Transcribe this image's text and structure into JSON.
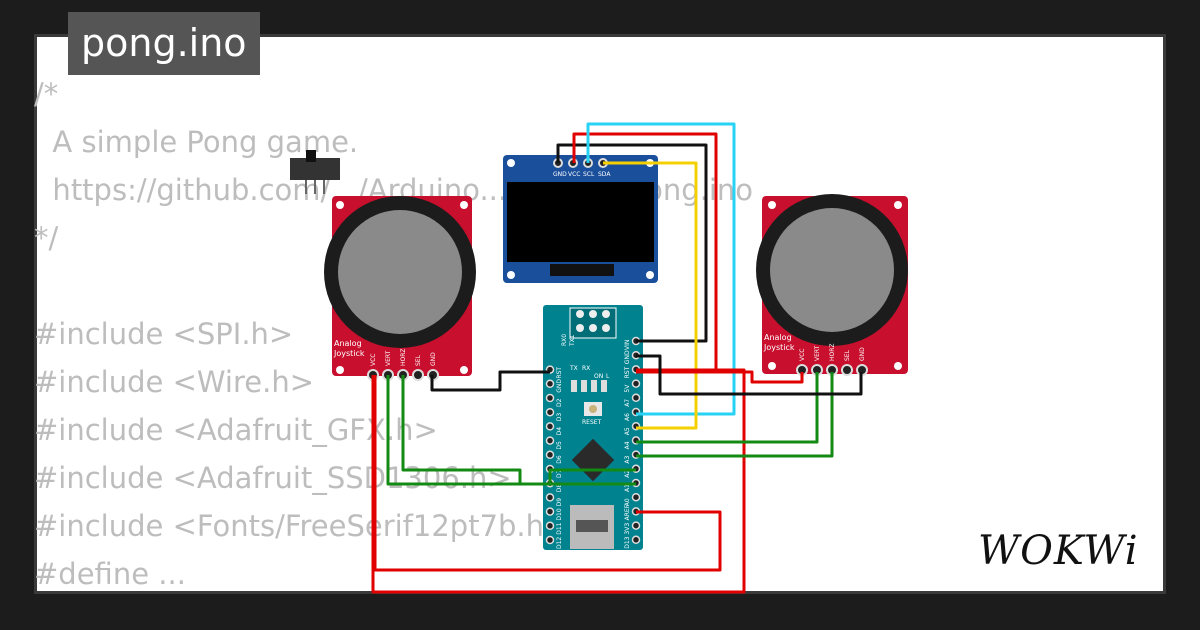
{
  "title": "pong.ino",
  "code_lines": [
    "/*",
    "  A simple Pong game.",
    "  https://github.com/.../Arduino.../blob/.../pong.ino",
    "*/",
    "",
    "#include <SPI.h>",
    "#include <Wire.h>",
    "#include <Adafruit_GFX.h>",
    "#include <Adafruit_SSD1306.h>",
    "#include <Fonts/FreeSerif12pt7b.h>",
    "#define ..."
  ],
  "oled": {
    "pins": [
      "GND",
      "VCC",
      "SCL",
      "SDA"
    ]
  },
  "joystick_left": {
    "label_line1": "Analog",
    "label_line2": "Joystick",
    "pins": [
      "VCC",
      "VERT",
      "HORZ",
      "SEL",
      "GND"
    ]
  },
  "joystick_right": {
    "label_line1": "Analog",
    "label_line2": "Joystick",
    "pins": [
      "VCC",
      "VERT",
      "HORZ",
      "SEL",
      "GND"
    ]
  },
  "nano": {
    "top_labels": [
      "RX0",
      "TX1"
    ],
    "led_labels": [
      "TX",
      "RX",
      "ON",
      "L"
    ],
    "reset_label": "RESET",
    "right_pins": [
      "VIN",
      "GND",
      "RST",
      "5V",
      "A7",
      "A6",
      "A5",
      "A4",
      "A3",
      "A2",
      "A1",
      "A0",
      "AREF",
      "3V3",
      "D13"
    ],
    "left_pins": [
      "D12",
      "D11",
      "D10",
      "D9",
      "D8",
      "D7",
      "D6",
      "D5",
      "D4",
      "D3",
      "D2",
      "GND",
      "RST"
    ]
  },
  "brand": "WOKWi",
  "colors": {
    "board_red": "#c8102e",
    "board_blue": "#1a4f9c",
    "nano_teal": "#00838f",
    "wire_black": "#111111",
    "wire_red": "#e00000",
    "wire_cyan": "#27d3f5",
    "wire_yellow": "#f5d000",
    "wire_green": "#138a13"
  }
}
